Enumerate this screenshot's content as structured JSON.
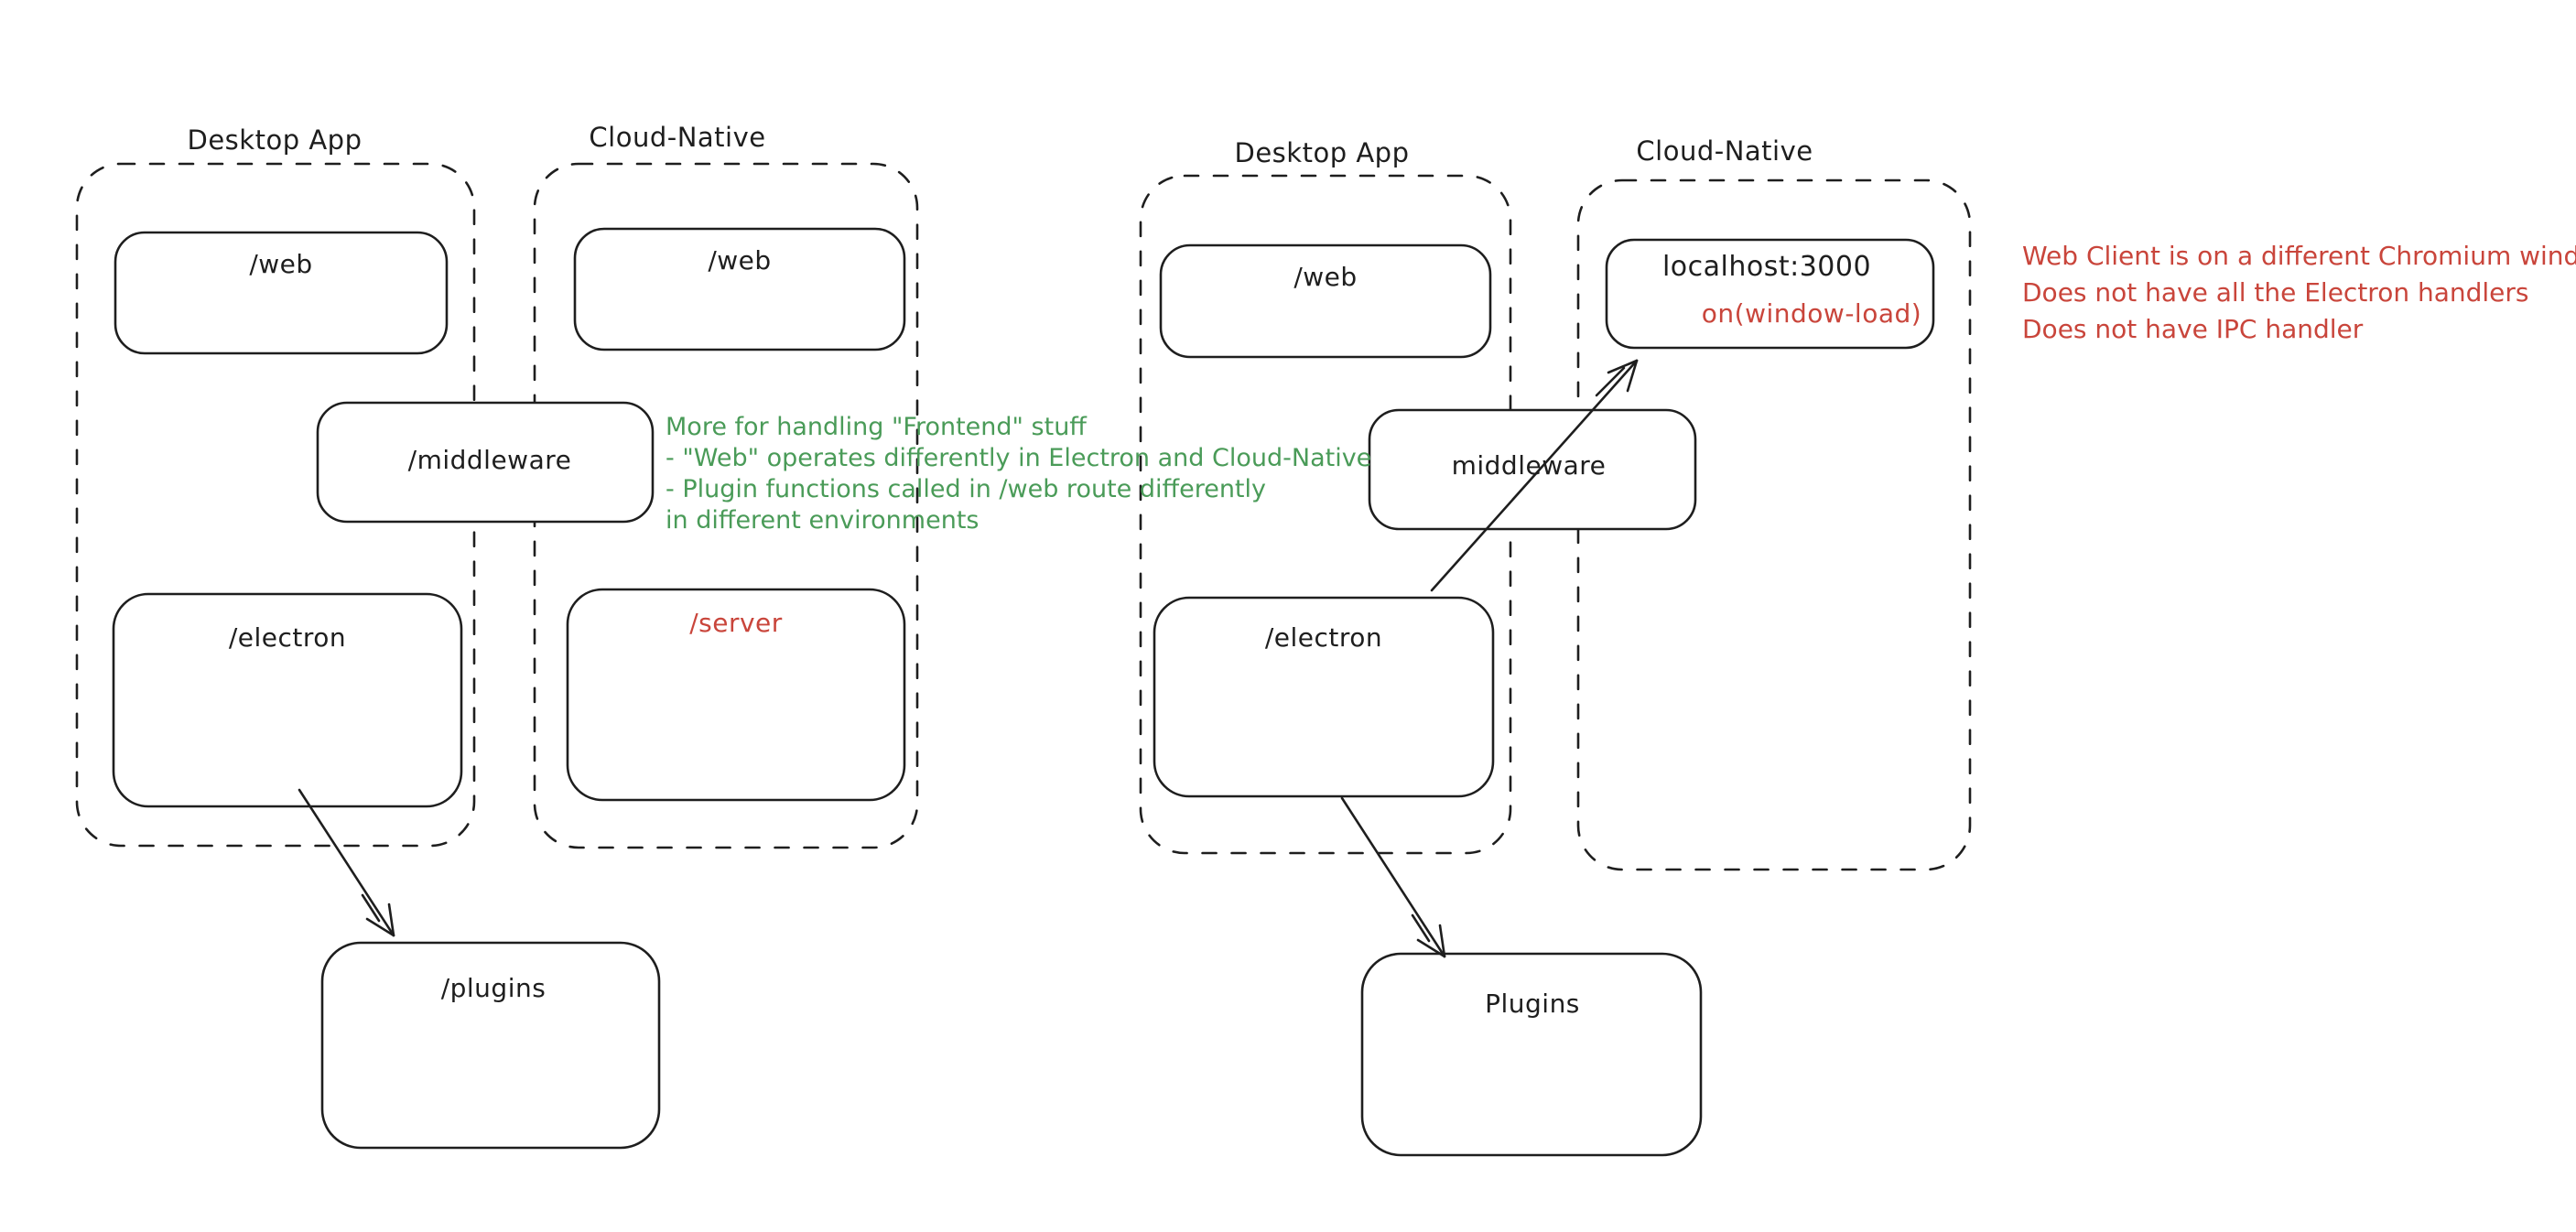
{
  "diagram_title": "",
  "colors": {
    "ink": "#1e1e1e",
    "green_note": "#4a9b58",
    "red_accent": "#c9453b",
    "background": "#ffffff"
  },
  "left": {
    "desktop_label": "Desktop App",
    "cloud_label": "Cloud-Native",
    "web_desktop": "/web",
    "web_cloud": "/web",
    "middleware": "/middleware",
    "electron": "/electron",
    "server": "/server",
    "plugins": "/plugins",
    "note_lines": [
      "More for handling \"Frontend\" stuff",
      "- \"Web\" operates differently in Electron and Cloud-Native",
      "- Plugin functions called in /web route differently",
      "in different environments"
    ]
  },
  "right": {
    "desktop_label": "Desktop App",
    "cloud_label": "Cloud-Native",
    "web_desktop": "/web",
    "localhost": "localhost:3000",
    "window_load": "on(window-load)",
    "middleware": "middleware",
    "electron": "/electron",
    "plugins": "Plugins",
    "note_lines": [
      "Web Client is on a different Chromium window",
      "Does not have all the Electron handlers",
      "Does not have IPC handler"
    ]
  }
}
